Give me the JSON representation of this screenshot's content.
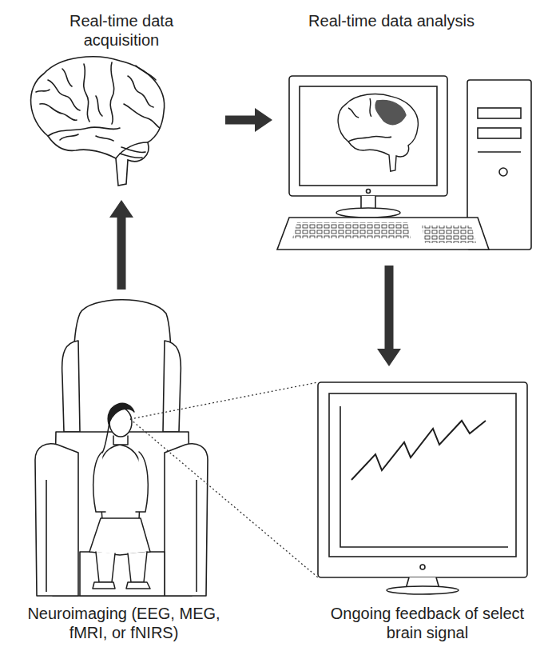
{
  "diagram": {
    "nodes": [
      {
        "text": [
          "Real-time data acquisition"
        ]
      },
      {
        "text": [
          "Real-time data analysis"
        ]
      },
      {
        "text": [
          "Neuroimaging (EEG, MEG, fMRI, or fNIRS)"
        ]
      },
      {
        "text": [
          "Ongoing feedback of select brain signal"
        ]
      }
    ],
    "edges": [
      {
        "from": 2,
        "to": 0,
        "arrow": "to"
      },
      {
        "from": 0,
        "to": 1,
        "arrow": "to"
      },
      {
        "from": 1,
        "to": 3,
        "arrow": "to"
      },
      {
        "from": 2,
        "to": 3,
        "arrow": "none"
      }
    ]
  }
}
